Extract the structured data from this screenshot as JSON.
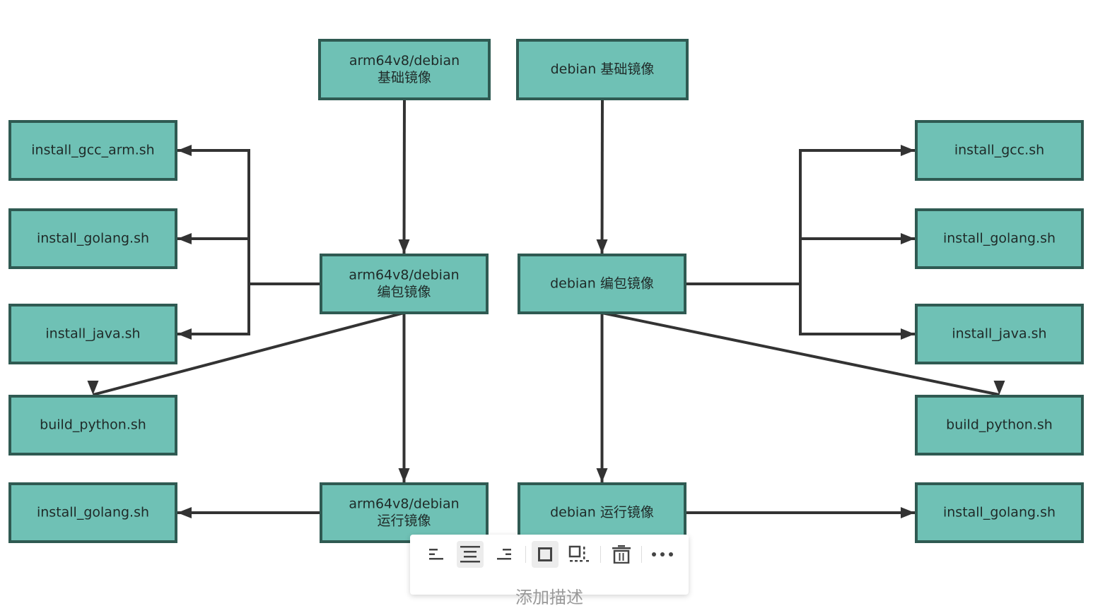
{
  "diagram": {
    "nodes": {
      "arm_base": [
        "arm64v8/debian",
        "基础镜像"
      ],
      "deb_base": [
        "debian 基础镜像"
      ],
      "arm_build": [
        "arm64v8/debian",
        "编包镜像"
      ],
      "deb_build": [
        "debian 编包镜像"
      ],
      "arm_run": [
        "arm64v8/debian",
        "运行镜像"
      ],
      "deb_run": [
        "debian 运行镜像"
      ],
      "l_gcc_arm": [
        "install_gcc_arm.sh"
      ],
      "l_golang": [
        "install_golang.sh"
      ],
      "l_java": [
        "install_java.sh"
      ],
      "l_python": [
        "build_python.sh"
      ],
      "l_run_golang": [
        "install_golang.sh"
      ],
      "r_gcc": [
        "install_gcc.sh"
      ],
      "r_golang": [
        "install_golang.sh"
      ],
      "r_java": [
        "install_java.sh"
      ],
      "r_python": [
        "build_python.sh"
      ],
      "r_run_golang": [
        "install_golang.sh"
      ]
    },
    "edges": [
      {
        "from": "arm_base",
        "to": "arm_build"
      },
      {
        "from": "deb_base",
        "to": "deb_build"
      },
      {
        "from": "arm_build",
        "to": "arm_run"
      },
      {
        "from": "deb_build",
        "to": "deb_run"
      },
      {
        "from": "arm_build",
        "to": "l_gcc_arm"
      },
      {
        "from": "arm_build",
        "to": "l_golang"
      },
      {
        "from": "arm_build",
        "to": "l_java"
      },
      {
        "from": "arm_build",
        "to": "l_python"
      },
      {
        "from": "arm_run",
        "to": "l_run_golang"
      },
      {
        "from": "deb_build",
        "to": "r_gcc"
      },
      {
        "from": "deb_build",
        "to": "r_golang"
      },
      {
        "from": "deb_build",
        "to": "r_java"
      },
      {
        "from": "deb_build",
        "to": "r_python"
      },
      {
        "from": "deb_run",
        "to": "r_run_golang"
      }
    ],
    "colors": {
      "node_fill": "#6fc1b5",
      "node_border": "#2f5a52",
      "edge": "#333333"
    }
  },
  "toolbar": {
    "buttons": [
      {
        "icon": "align-left-icon",
        "active": false
      },
      {
        "icon": "align-center-icon",
        "active": true
      },
      {
        "icon": "align-right-icon",
        "active": false
      },
      {
        "icon": "frame-border-icon",
        "active": true
      },
      {
        "icon": "image-size-icon",
        "active": false
      },
      {
        "icon": "delete-icon",
        "active": false
      },
      {
        "icon": "more-icon",
        "active": false
      }
    ]
  },
  "caption": {
    "text": "添加描述"
  }
}
